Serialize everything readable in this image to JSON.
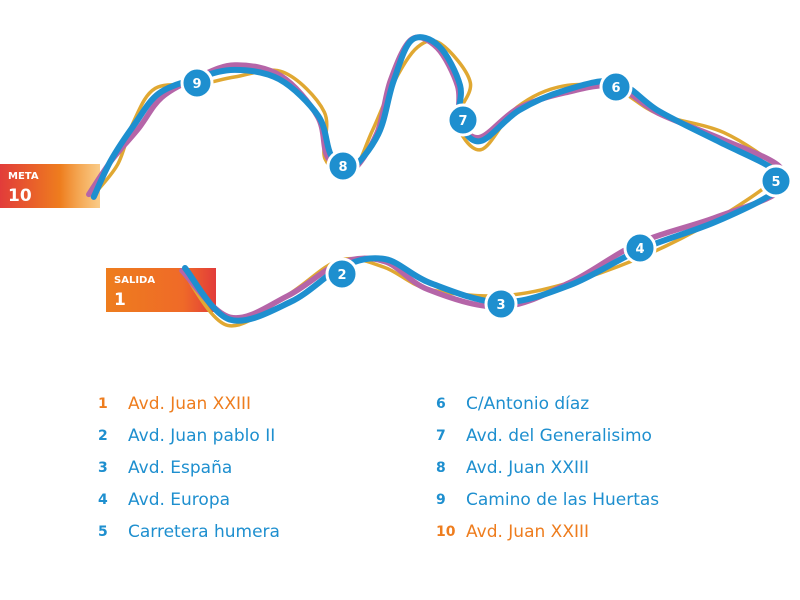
{
  "colors": {
    "blue": "#1e8fcf",
    "purple": "#b565a8",
    "gold": "#e0a832",
    "orange": "#ee7d1e",
    "red": "#e23c3a",
    "marker_ring": "#ffffff"
  },
  "flags": {
    "meta": {
      "title": "META",
      "number": "10"
    },
    "salida": {
      "title": "SALIDA",
      "number": "1"
    }
  },
  "markers": [
    "2",
    "3",
    "4",
    "5",
    "6",
    "7",
    "8",
    "9"
  ],
  "legend": [
    {
      "num": "1",
      "text": "Avd. Juan XXIII",
      "accent": "orange"
    },
    {
      "num": "2",
      "text": "Avd. Juan pablo II",
      "accent": "blue"
    },
    {
      "num": "3",
      "text": "Avd. España",
      "accent": "blue"
    },
    {
      "num": "4",
      "text": "Avd. Europa",
      "accent": "blue"
    },
    {
      "num": "5",
      "text": "Carretera humera",
      "accent": "blue"
    },
    {
      "num": "6",
      "text": "C/Antonio díaz",
      "accent": "blue"
    },
    {
      "num": "7",
      "text": "Avd. del Generalisimo",
      "accent": "blue"
    },
    {
      "num": "8",
      "text": "Avd. Juan XXIII",
      "accent": "blue"
    },
    {
      "num": "9",
      "text": "Camino de las Huertas",
      "accent": "blue"
    },
    {
      "num": "10",
      "text": "Avd. Juan XXIII",
      "accent": "orange"
    }
  ]
}
